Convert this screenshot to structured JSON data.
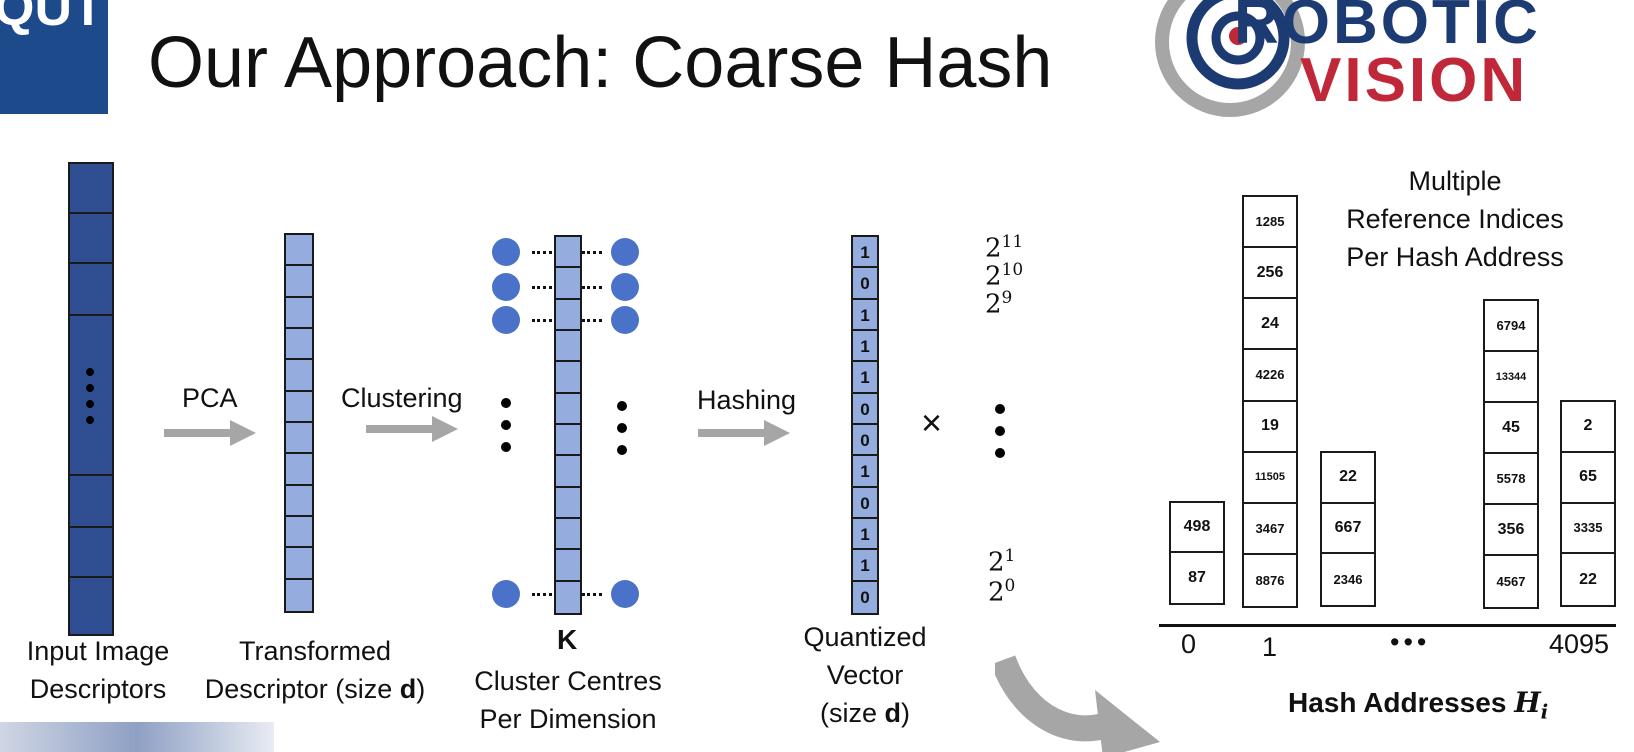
{
  "slide": {
    "title_regular": "Our Approach: ",
    "title_bold": "Coarse Hash",
    "logos": {
      "left_logo_text": "QUT",
      "right_logo_line1": "ROBOTIC",
      "right_logo_line2": "VISION"
    }
  },
  "pipeline": {
    "step1_caption_line1": "Input Image",
    "step1_caption_line2": "Descriptors",
    "arrow1_label": "PCA",
    "step2_caption_line1": "Transformed",
    "step2_caption_line2_prefix": "Descriptor (size ",
    "step2_caption_line2_bold": "d",
    "step2_caption_line2_suffix": ")",
    "arrow2_label": "Clustering",
    "step3_k_label": "K",
    "step3_caption_line1": "Cluster Centres",
    "step3_caption_line2": "Per Dimension",
    "arrow3_label": "Hashing",
    "step4_caption_line1": "Quantized",
    "step4_caption_line2": "Vector",
    "step4_caption_line3_prefix": "(size ",
    "step4_caption_line3_bold": "d",
    "step4_caption_line3_suffix": ")",
    "quantized_bits": [
      "1",
      "0",
      "1",
      "1",
      "1",
      "0",
      "0",
      "1",
      "0",
      "1",
      "1",
      "0"
    ],
    "multiply_symbol": "×",
    "powers_top": [
      {
        "base": "2",
        "exp": "11"
      },
      {
        "base": "2",
        "exp": "10"
      },
      {
        "base": "2",
        "exp": "9"
      }
    ],
    "powers_bottom": [
      {
        "base": "2",
        "exp": "1"
      },
      {
        "base": "2",
        "exp": "0"
      }
    ]
  },
  "hash_table": {
    "annotation_line1": "Multiple",
    "annotation_line2": "Reference Indices",
    "annotation_line3": "Per Hash Address",
    "axis_label_prefix": "Hash Addresses ",
    "axis_label_symbol": "H",
    "axis_label_sub": "i",
    "axis_ticks": [
      "0",
      "1",
      "•••",
      "4095"
    ],
    "buckets": [
      {
        "values": [
          "498",
          "87"
        ]
      },
      {
        "values": [
          "1285",
          "256",
          "24",
          "4226",
          "19",
          "11505",
          "3467",
          "8876"
        ]
      },
      {
        "values": [
          "22",
          "667",
          "2346"
        ]
      },
      {
        "values": [
          "6794",
          "13344",
          "45",
          "5578",
          "356",
          "4567"
        ]
      },
      {
        "values": [
          "2",
          "65",
          "3335",
          "22"
        ]
      }
    ]
  },
  "colors": {
    "dark_blue": "#2f4f92",
    "light_blue": "#95acdf",
    "circle_blue": "#4a72c8",
    "arrow_gray": "#a6a6a6",
    "logo_red": "#c0283a",
    "logo_navy": "#1d3b73",
    "qut_blue": "#1d4a8a"
  }
}
